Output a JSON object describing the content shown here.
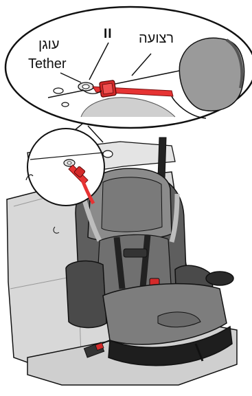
{
  "labels": {
    "hook_hebrew": "עוגן",
    "hook_english": "Tether",
    "marker": "II",
    "strap_hebrew": "רצועה"
  },
  "colors": {
    "tether_strap": "#e63333",
    "seat_shell": "#6f6f6f",
    "seat_cushion": "#8a8a8a",
    "vehicle_seat": "#d6d6d6",
    "outline": "#111111"
  }
}
